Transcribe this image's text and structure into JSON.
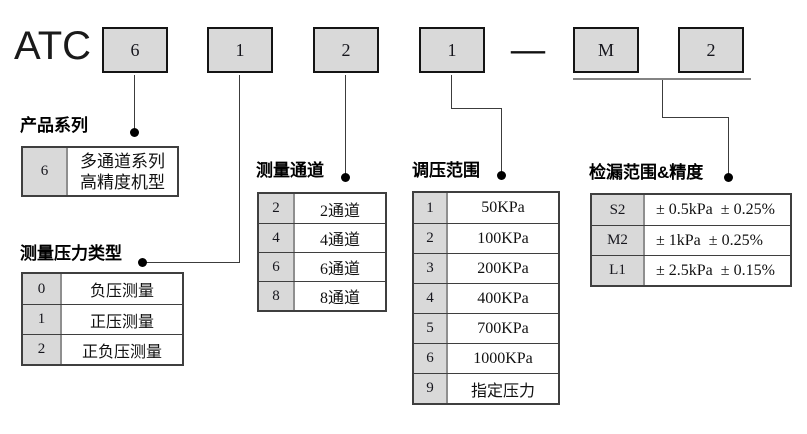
{
  "brand": "ATC",
  "model_code": {
    "digits": [
      "6",
      "1",
      "2",
      "1",
      "M",
      "2"
    ],
    "separator": "—"
  },
  "sections": [
    {
      "title": "产品系列",
      "rows": [
        {
          "code": "6",
          "desc": "多通道系列\n高精度机型"
        }
      ]
    },
    {
      "title": "测量压力类型",
      "rows": [
        {
          "code": "0",
          "desc": "负压测量"
        },
        {
          "code": "1",
          "desc": "正压测量"
        },
        {
          "code": "2",
          "desc": "正负压测量"
        }
      ]
    },
    {
      "title": "测量通道",
      "rows": [
        {
          "code": "2",
          "desc": "2通道"
        },
        {
          "code": "4",
          "desc": "4通道"
        },
        {
          "code": "6",
          "desc": "6通道"
        },
        {
          "code": "8",
          "desc": "8通道"
        }
      ]
    },
    {
      "title": "调压范围",
      "rows": [
        {
          "code": "1",
          "desc": "50KPa"
        },
        {
          "code": "2",
          "desc": "100KPa"
        },
        {
          "code": "3",
          "desc": "200KPa"
        },
        {
          "code": "4",
          "desc": "400KPa"
        },
        {
          "code": "5",
          "desc": "700KPa"
        },
        {
          "code": "6",
          "desc": "1000KPa"
        },
        {
          "code": "9",
          "desc": "指定压力"
        }
      ]
    },
    {
      "title": "检漏范围&精度",
      "rows": [
        {
          "code": "S2",
          "desc": "± 0.5kPa  ± 0.25%"
        },
        {
          "code": "M2",
          "desc": "± 1kPa  ± 0.25%"
        },
        {
          "code": "L1",
          "desc": "± 2.5kPa  ± 0.15%"
        }
      ]
    }
  ],
  "colors": {
    "background": "#ffffff",
    "box_fill": "#d9d9d9",
    "box_border": "#141414",
    "table_border": "#3f3f3f",
    "code_cell_fill": "#d9d9d9",
    "connector_line": "#3c3c3c",
    "dot": "#000000"
  }
}
